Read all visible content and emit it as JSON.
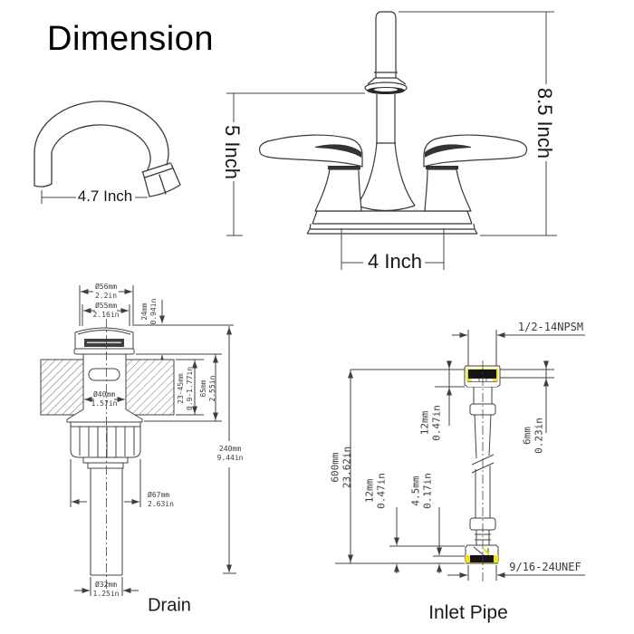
{
  "title": "Dimension",
  "colors": {
    "line": "#3f3f3f",
    "accent_yellow": "#f0e617",
    "fill_dark": "#151515"
  },
  "spout_view": {
    "spout_reach": "4.7 Inch"
  },
  "faucet_view": {
    "spout_height": "5 Inch",
    "overall_height": "8.5 Inch",
    "centers_spacing": "4 Inch"
  },
  "drain_view": {
    "label": "Drain",
    "dims": {
      "flange_od": {
        "mm": "Ø56mm",
        "inch": "2.2in"
      },
      "cap_od": {
        "mm": "Ø55mm",
        "inch": "2.16in"
      },
      "cap_height": {
        "mm": "24mm",
        "inch": "0.94in"
      },
      "deck_range": {
        "mm": "23-45mm",
        "inch": "0.9-1.77in"
      },
      "body_height": {
        "mm": "65mm",
        "inch": "2.55in"
      },
      "hole_d": {
        "mm": "Ø40mm",
        "inch": "1.57in"
      },
      "total_height": {
        "mm": "240mm",
        "inch": "9.44in"
      },
      "nut_d": {
        "mm": "Ø67mm",
        "inch": "2.63in"
      },
      "tail_d": {
        "mm": "Ø32mm",
        "inch": "1.25in"
      }
    }
  },
  "inlet_view": {
    "label": "Inlet Pipe",
    "dims": {
      "top_thread": "1/2-14NPSM",
      "top_nut_h": {
        "mm": "12mm",
        "inch": "0.47in"
      },
      "seal_h": {
        "mm": "6mm",
        "inch": "0.23in"
      },
      "hose_l": {
        "mm": "600mm",
        "inch": "23.62in"
      },
      "bottom_nut_h": {
        "mm": "12mm",
        "inch": "0.47in"
      },
      "washer_h": {
        "mm": "4.5mm",
        "inch": "0.17in"
      },
      "bottom_thread": "9/16-24UNEF"
    }
  }
}
